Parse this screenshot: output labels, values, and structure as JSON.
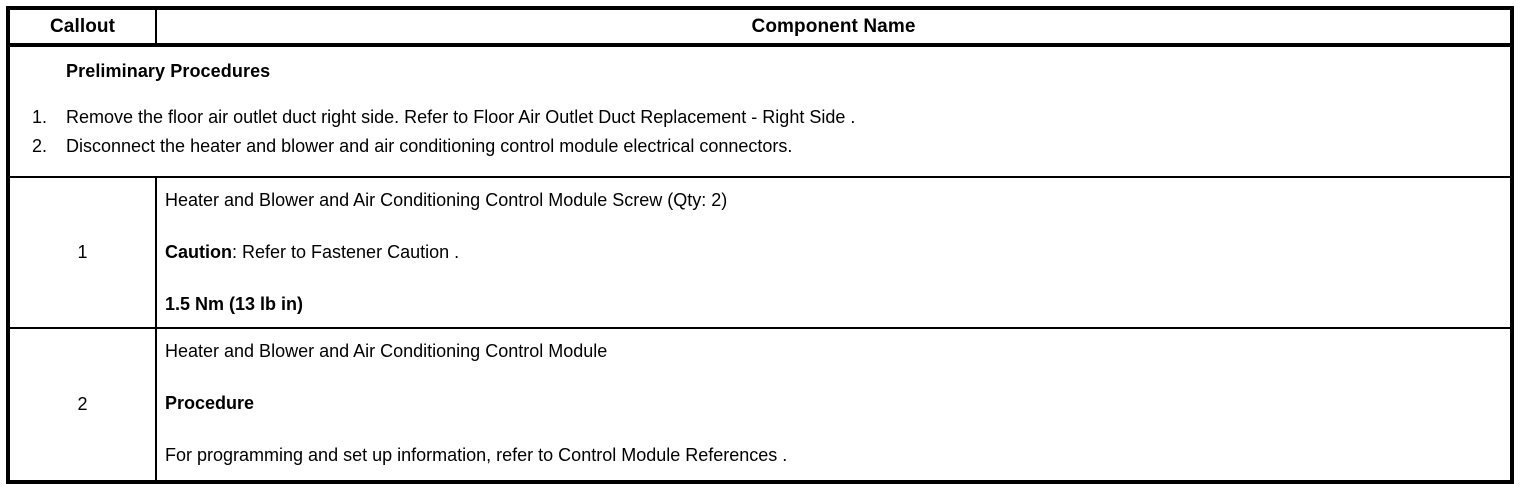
{
  "table": {
    "headers": {
      "callout": "Callout",
      "component": "Component Name"
    },
    "preliminary": {
      "heading": "Preliminary Procedures",
      "steps": [
        {
          "num": "1.",
          "text": "Remove the floor air outlet duct right side. Refer to Floor Air Outlet Duct Replacement - Right Side ."
        },
        {
          "num": "2.",
          "text": "Disconnect the heater and blower and air conditioning control module electrical connectors."
        }
      ]
    },
    "rows": [
      {
        "callout": "1",
        "lines": [
          {
            "text": "Heater and Blower and Air Conditioning Control Module Screw (Qty: 2)",
            "style": "normal"
          },
          {
            "lead": "Caution",
            "text": ": Refer to Fastener Caution .",
            "style": "lead-bold"
          },
          {
            "text": "1.5 Nm (13 lb in)",
            "style": "bold"
          }
        ]
      },
      {
        "callout": "2",
        "lines": [
          {
            "text": "Heater and Blower and Air Conditioning Control Module",
            "style": "normal"
          },
          {
            "text": "Procedure",
            "style": "bold"
          },
          {
            "text": "For programming and set up information, refer to Control Module References .",
            "style": "normal"
          }
        ]
      }
    ]
  }
}
